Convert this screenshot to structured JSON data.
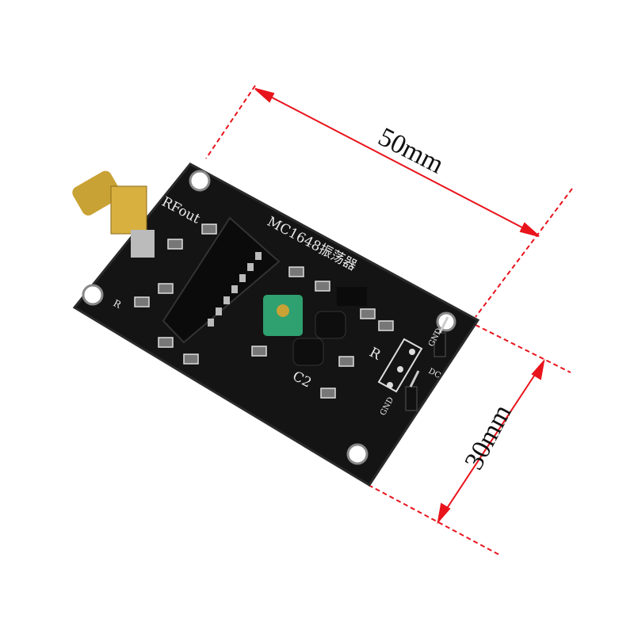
{
  "dimensions": {
    "length_label": "50mm",
    "width_label": "30mm",
    "line_color": "#e8141c"
  },
  "board": {
    "color": "#141414",
    "title": "MC1648振荡器",
    "labels": {
      "rf_out": "RFout",
      "r_left": "R",
      "r_right": "R",
      "c2": "C2",
      "pin_gnd_top": "GND",
      "pin_dc": "DC",
      "pin_gnd_bottom": "GND"
    }
  }
}
